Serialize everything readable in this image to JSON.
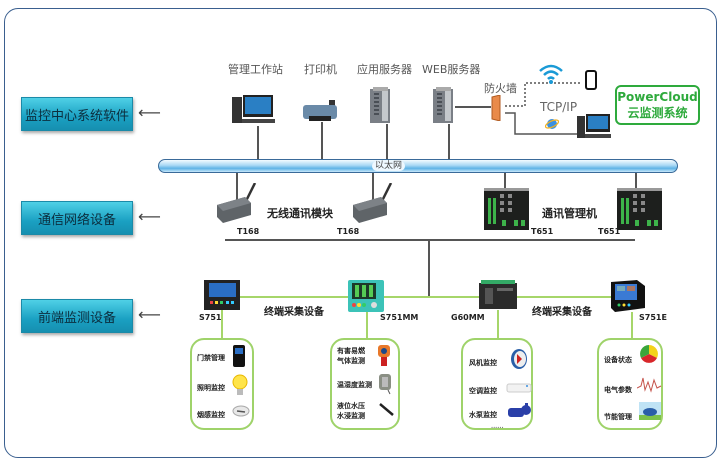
{
  "layers": [
    {
      "label": "监控中心系统软件"
    },
    {
      "label": "通信网络设备"
    },
    {
      "label": "前端监测设备"
    }
  ],
  "arrow_glyph": "⟵",
  "top_devices": [
    {
      "label": "管理工作站",
      "icon": "workstation-icon"
    },
    {
      "label": "打印机",
      "icon": "printer-icon"
    },
    {
      "label": "应用服务器",
      "icon": "server-icon"
    },
    {
      "label": "WEB服务器",
      "icon": "server-icon"
    }
  ],
  "firewall": {
    "label": "防火墙"
  },
  "tcpip": {
    "label": "TCP/IP"
  },
  "cloud": {
    "line1": "PowerCloud",
    "line2": "云监测系统",
    "color": "#2eaa3c"
  },
  "ethernet": {
    "label": "以太网"
  },
  "comm": {
    "wireless_label": "无线通讯模块",
    "manager_label": "通讯管理机",
    "wireless_modules": [
      {
        "model": "T168"
      },
      {
        "model": "T168"
      }
    ],
    "managers": [
      {
        "model": "T651"
      },
      {
        "model": "T651"
      }
    ]
  },
  "terminals": {
    "label_left": "终端采集设备",
    "label_right": "终端采集设备",
    "devices": [
      {
        "model": "S751"
      },
      {
        "model": "S751MM"
      },
      {
        "model": "G60MM"
      },
      {
        "model": "S751E"
      }
    ]
  },
  "groups": [
    {
      "items": [
        {
          "label": "门禁管理",
          "icon": "access-control-icon"
        },
        {
          "label": "照明监控",
          "icon": "light-bulb-icon"
        },
        {
          "label": "烟感监控",
          "icon": "smoke-detector-icon"
        }
      ]
    },
    {
      "items": [
        {
          "label": "有害易燃\n气体监测",
          "icon": "gas-detector-icon"
        },
        {
          "label": "温湿度监测",
          "icon": "humidity-sensor-icon"
        },
        {
          "label": "液位水压\n水浸监测",
          "icon": "water-sensor-icon"
        }
      ]
    },
    {
      "items": [
        {
          "label": "风机监控",
          "icon": "fan-icon"
        },
        {
          "label": "空调监控",
          "icon": "air-conditioner-icon"
        },
        {
          "label": "水泵监控",
          "icon": "water-pump-icon"
        }
      ],
      "more": "......"
    },
    {
      "items": [
        {
          "label": "设备状态",
          "icon": "status-pie-icon"
        },
        {
          "label": "电气参数",
          "icon": "waveform-icon"
        },
        {
          "label": "节能管理",
          "icon": "energy-saving-icon"
        }
      ]
    }
  ],
  "colors": {
    "accent_green": "#9fd36a",
    "layer_blue": "#1aa0c2",
    "frame": "#3a5f8f"
  }
}
